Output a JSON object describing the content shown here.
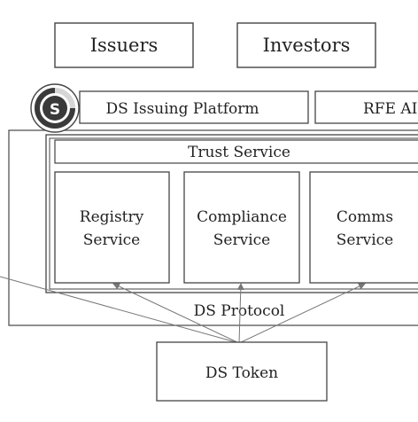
{
  "diagram": {
    "top_boxes": {
      "issuers": "Issuers",
      "investors": "Investors"
    },
    "logo": {
      "letter": "S"
    },
    "platform_bar": {
      "issuing_platform": "DS Issuing Platform",
      "rfe_api": "RFE AI"
    },
    "trust_service": {
      "title": "Trust Service",
      "services": {
        "registry": {
          "line1": "Registry",
          "line2": "Service"
        },
        "compliance": {
          "line1": "Compliance",
          "line2": "Service"
        },
        "comms": {
          "line1": "Comms",
          "line2": "Service"
        }
      }
    },
    "protocol_label": "DS Protocol",
    "token_label": "DS Token",
    "colors": {
      "stroke": "#444444",
      "text": "#222222",
      "logo_dark": "#3a3a3a",
      "logo_light": "#d6d6d6"
    }
  }
}
